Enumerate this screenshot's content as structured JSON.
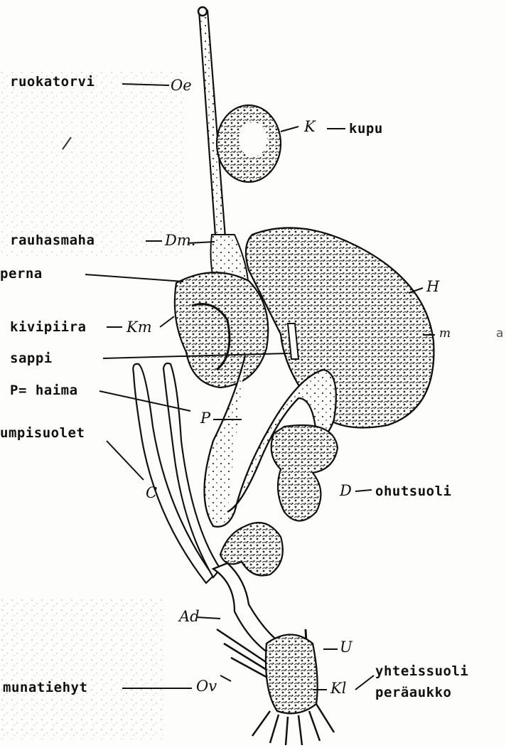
{
  "labels": {
    "ruokatorvi": "ruokatorvi",
    "oe": "Oe",
    "k": "K",
    "kupu": "kupu",
    "rauhasmaha": "rauhasmaha",
    "dm": "Dm.",
    "perna": "perna",
    "h": "H",
    "kivipiira": "kivipiira",
    "km": "Km",
    "m": "m",
    "a": "a",
    "sappi": "sappi",
    "p_haima": "P= haima",
    "p": "P",
    "umpisuolet": "umpisuolet",
    "c": "C",
    "d": "D",
    "ohutsuoli": "ohutsuoli",
    "ad": "Ad",
    "u": "U",
    "yhteissuoli": "yhteissuoli",
    "kl": "Kl",
    "peraaukko": "peräaukko",
    "munatiehyt": "munatiehyt",
    "ov": "Ov"
  },
  "colors": {
    "ink": "#1a1a1a",
    "paper": "#fdfdfb"
  }
}
